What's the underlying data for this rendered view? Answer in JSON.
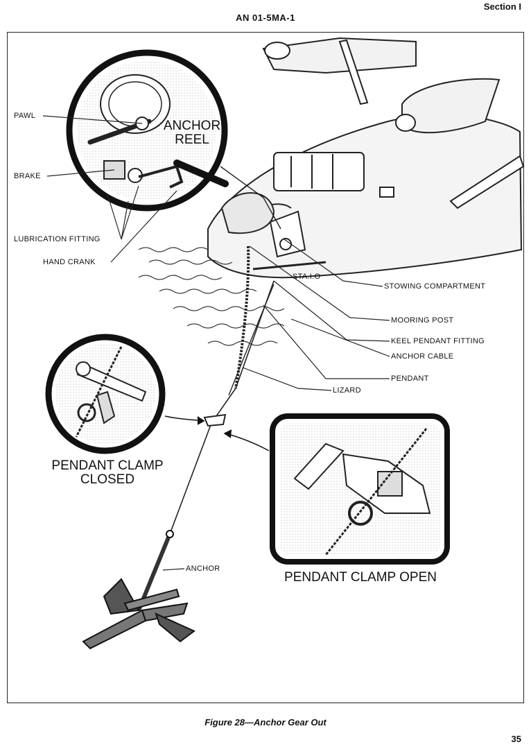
{
  "header": {
    "section": "Section I",
    "doc_id": "AN 01-5MA-1"
  },
  "callouts": {
    "pawl": "PAWL",
    "brake": "BRAKE",
    "lubrication_fitting": "LUBRICATION FITTING",
    "hand_crank": "HAND CRANK",
    "anchor_reel": "ANCHOR REEL",
    "station": "STA.I.O",
    "stowing_compartment": "STOWING COMPARTMENT",
    "mooring_post": "MOORING POST",
    "keel_pendant_fitting": "KEEL PENDANT FITTING",
    "anchor_cable": "ANCHOR CABLE",
    "pendant": "PENDANT",
    "lizard": "LIZARD",
    "anchor": "ANCHOR"
  },
  "insets": {
    "closed": "PENDANT CLAMP CLOSED",
    "open": "PENDANT CLAMP OPEN"
  },
  "caption": "Figure 28—Anchor Gear Out",
  "page_number": "35"
}
